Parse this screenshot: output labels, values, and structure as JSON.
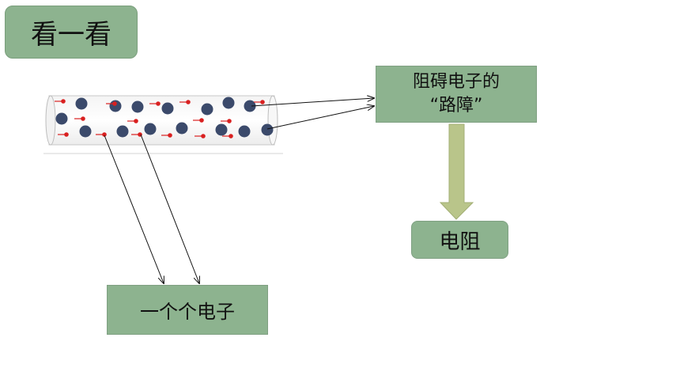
{
  "title": "看一看",
  "labels": {
    "obstacle_line1": "阻碍电子的",
    "obstacle_line2": "“路障”",
    "resistance": "电阻",
    "electrons": "一个个电子"
  },
  "colors": {
    "box_fill": "#8db38f",
    "arrow_fill": "#b9c58a",
    "ion": "#3b4a6b",
    "electron": "#d92020"
  }
}
